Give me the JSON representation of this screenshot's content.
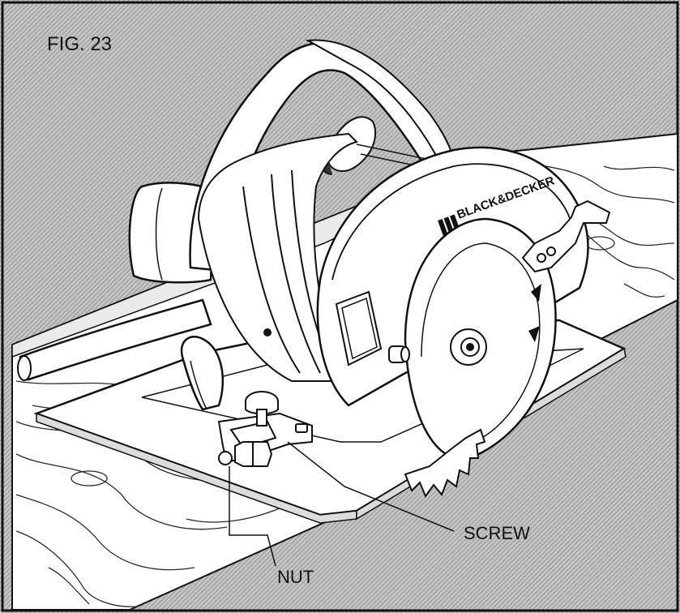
{
  "figure": {
    "label": "FIG. 23",
    "brand": "BLACK&DECKER",
    "callouts": {
      "screw": "SCREW",
      "nut": "NUT"
    }
  },
  "colors": {
    "ink": "#111111",
    "background_hatch": "#9a9a9a",
    "paper": "#ffffff",
    "grain": "#2a2a2a"
  },
  "icons": {
    "brand_logo": "black-and-decker-logo-icon"
  }
}
